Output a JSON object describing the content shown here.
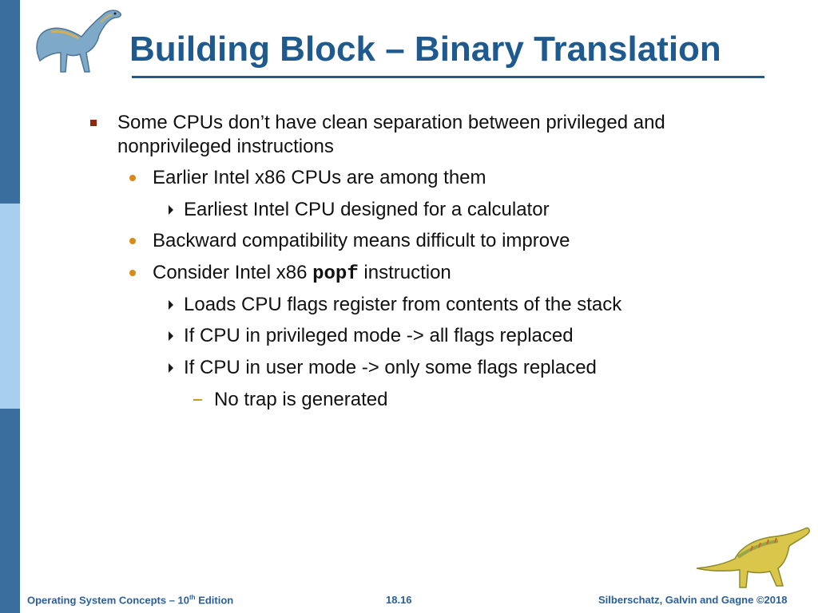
{
  "slide": {
    "title": "Building Block – Binary Translation",
    "bullets": [
      {
        "level": 1,
        "parts": [
          {
            "text": "Some CPUs don’t have clean separation between privileged and"
          }
        ]
      },
      {
        "level": 1,
        "parts": [
          {
            "text": "nonprivileged instructions"
          }
        ]
      },
      {
        "level": 2,
        "parts": [
          {
            "text": "Earlier Intel x86 CPUs are among them"
          }
        ]
      },
      {
        "level": 3,
        "parts": [
          {
            "text": "Earliest Intel CPU designed for a calculator"
          }
        ]
      },
      {
        "level": 2,
        "parts": [
          {
            "text": "Backward compatibility means difficult to improve"
          }
        ]
      },
      {
        "level": 2,
        "parts": [
          {
            "text": "Consider Intel x86 "
          },
          {
            "text": "popf",
            "code": true
          },
          {
            "text": " instruction"
          }
        ]
      },
      {
        "level": 3,
        "parts": [
          {
            "text": "Loads CPU flags register from contents of the stack"
          }
        ]
      },
      {
        "level": 3,
        "parts": [
          {
            "text": "If CPU in privileged mode -> all flags replaced"
          }
        ]
      },
      {
        "level": 3,
        "parts": [
          {
            "text": "If CPU in user mode -> only some flags replaced"
          }
        ]
      },
      {
        "level": 4,
        "parts": [
          {
            "text": "No trap is generated"
          }
        ]
      }
    ]
  },
  "footer": {
    "book_title": "Operating System Concepts – 10",
    "book_title_sup": "th",
    "book_title_suffix": " Edition",
    "page_number": "18.16",
    "copyright": "Silberschatz, Galvin and Gagne ©2018"
  },
  "colors": {
    "title": "#1f5a8f",
    "sidebar": "#3a6e9f",
    "sidebar_light": "#a9cfee",
    "bullet_square": "#8b2a0b",
    "bullet_dot": "#d98a1a",
    "footer_text": "#2a5f9a"
  },
  "icons": {
    "logo_top": "dinosaur-icon",
    "logo_bottom": "dinosaur-icon"
  }
}
